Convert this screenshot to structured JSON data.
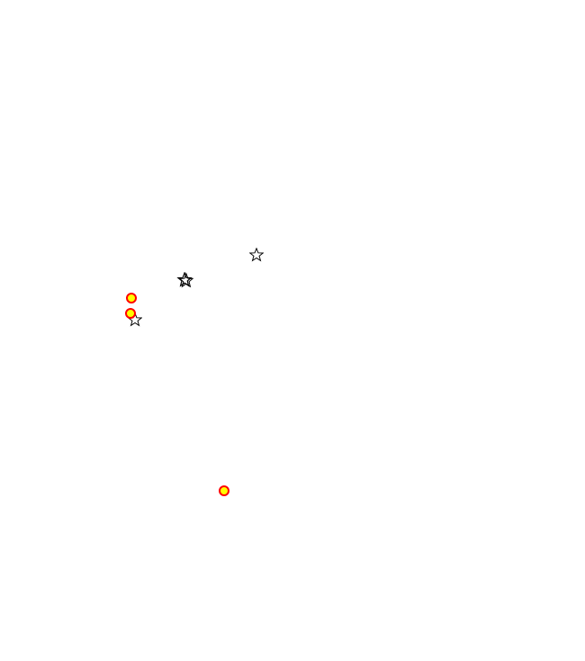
{
  "colors": {
    "background": "#ffffff",
    "star_stroke": "#000000",
    "star_fill": "#ffffff",
    "dot_ring": "#ff0000",
    "dot_center": "#ffff00"
  },
  "markers": [
    {
      "kind": "star",
      "icon": "star-outline-icon"
    },
    {
      "kind": "star-cluster",
      "icon": "star-cluster-icon"
    },
    {
      "kind": "star",
      "icon": "star-outline-icon"
    },
    {
      "kind": "dot",
      "icon": "red-yellow-dot-icon"
    },
    {
      "kind": "dot",
      "icon": "red-yellow-dot-icon"
    },
    {
      "kind": "dot",
      "icon": "red-yellow-dot-icon"
    }
  ]
}
